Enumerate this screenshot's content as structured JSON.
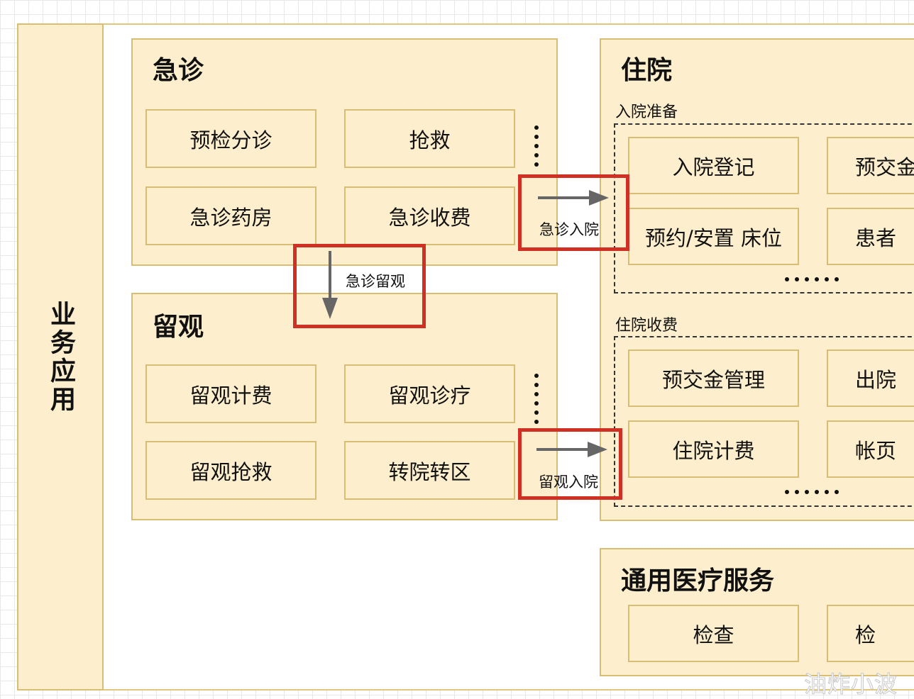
{
  "side_label": "业务应用",
  "emergency": {
    "title": "急诊",
    "items": [
      "预检分诊",
      "抢救",
      "急诊药房",
      "急诊收费"
    ]
  },
  "observation": {
    "title": "留观",
    "items": [
      "留观计费",
      "留观诊疗",
      "留观抢救",
      "转院转区"
    ]
  },
  "inpatient": {
    "title": "住院",
    "prep": {
      "label": "入院准备",
      "items": [
        "入院登记",
        "预交金",
        "预约/安置 床位",
        "患者"
      ],
      "more": "……"
    },
    "billing": {
      "label": "住院收费",
      "items": [
        "预交金管理",
        "出院",
        "住院计费",
        "帐页"
      ],
      "more": "……"
    }
  },
  "general": {
    "title": "通用医疗服务",
    "items": [
      "检查",
      "检"
    ]
  },
  "arrows": {
    "er_admission": "急诊入院",
    "er_observation": "急诊留观",
    "obs_admission": "留观入院"
  },
  "watermark": "油炸小波",
  "colors": {
    "fill": "#fdefcd",
    "border": "#d9bd72",
    "highlight": "#d03024",
    "arrow": "#666666"
  }
}
